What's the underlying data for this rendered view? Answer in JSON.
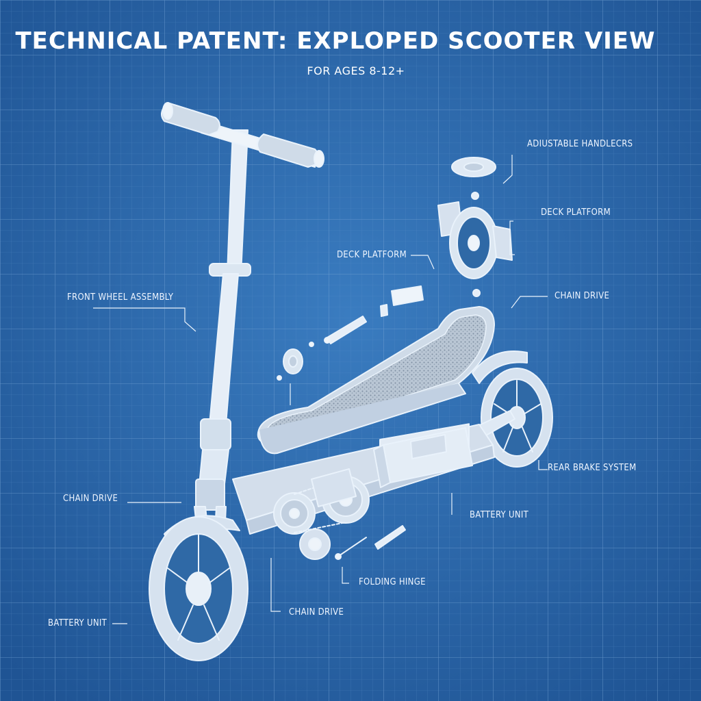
{
  "title": "TECHNICAL PATENT: EXPLOPED SCOOTER VIEW",
  "subtitle": "FOR AGES 8-12+",
  "colors": {
    "background": "#2d6aa8",
    "grid": "#5f93c9",
    "line": "#e9f2fb",
    "fill": "#dfe9f4",
    "label": "#eef5ff"
  },
  "labels": {
    "adjustable_handlebars": "ADIUSTABLE HANDLECRS",
    "deck_platform_top": "DECK PLATFORM",
    "deck_platform_mid": "DECK PLATFORM",
    "chain_drive_top": "CHAIN DRIVE",
    "front_wheel_assembly": "FRONT WHEEL ASSEMBLY",
    "rear_brake_system": "REAR BRAKE SYSTEM",
    "chain_drive_left": "CHAIN DRIVE",
    "battery_unit_mid": "BATTERY UNIT",
    "folding_hinge": "FOLDING HINGE",
    "chain_drive_bottom": "CHAIN DRIVE",
    "battery_unit_left": "BATTERY UNIT"
  }
}
